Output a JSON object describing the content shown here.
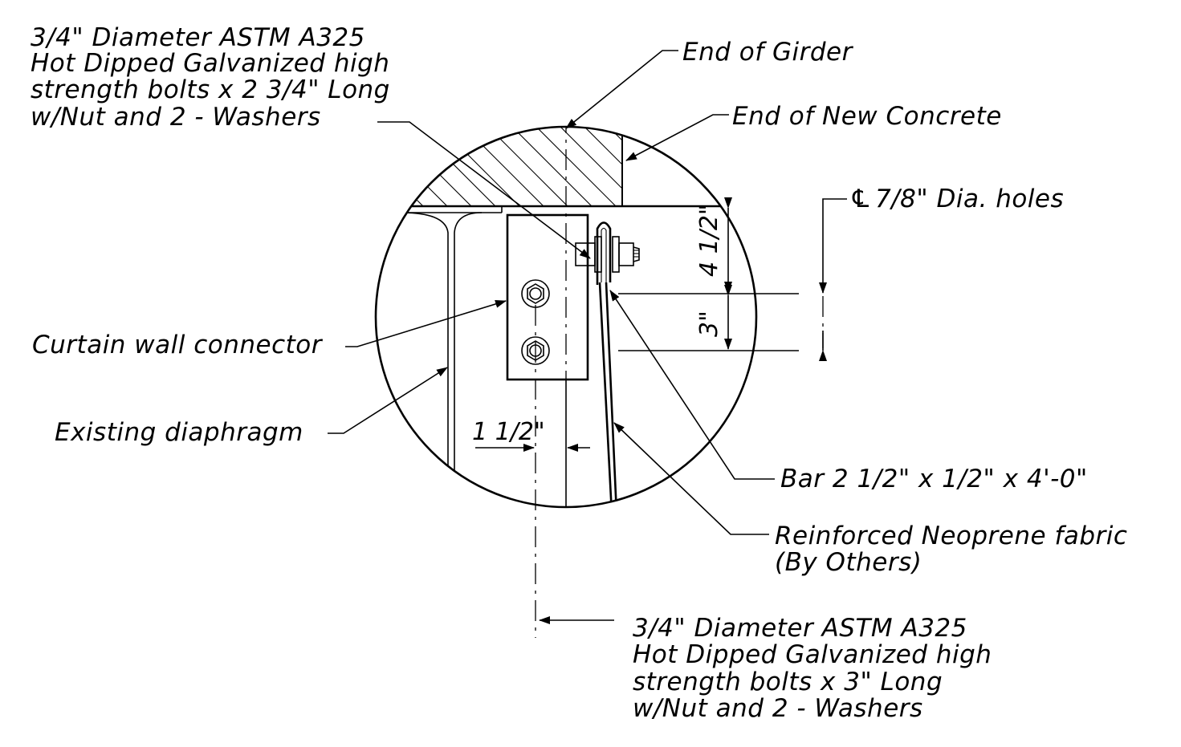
{
  "labels": {
    "bolt_top": {
      "line1": "3/4\" Diameter ASTM  A325",
      "line2": "Hot Dipped Galvanized  high",
      "line3": "strength  bolts  x  2 3/4\" Long",
      "line4": "w/Nut and  2  - Washers"
    },
    "end_of_girder": "End  of  Girder",
    "end_of_new_concrete": "End  of  New  Concrete",
    "holes": "7/8\" Dia. holes",
    "curtain_wall": "Curtain  wall connector",
    "diaphragm": "Existing  diaphragm",
    "bar": "Bar  2 1/2\"  x  1/2\"  x  4'-0\"",
    "neoprene": {
      "line1": "Reinforced  Neoprene  fabric",
      "line2": "(By  Others)"
    },
    "bolt_bottom": {
      "line1": "3/4\" Diameter  ASTM  A325",
      "line2": "Hot  Dipped  Galvanized  high",
      "line3": "strength  bolts  x  3\" Long",
      "line4": "w/Nut  and  2  - Washers"
    }
  },
  "dimensions": {
    "vertical_top": "4 1/2\"",
    "vertical_bottom": "3\"",
    "horizontal": "1 1/2\""
  }
}
